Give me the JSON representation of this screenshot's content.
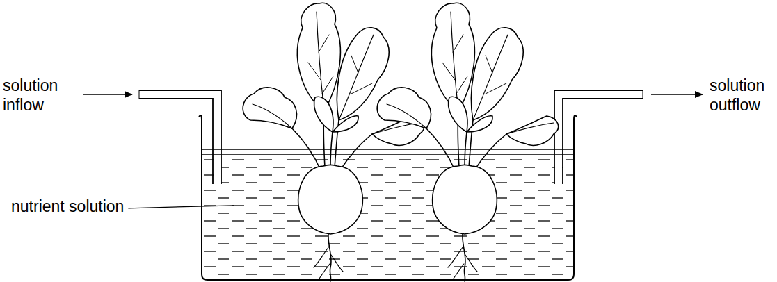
{
  "diagram": {
    "labels": [
      "solution inflow",
      "solution outflow",
      "nutrient solution"
    ]
  }
}
